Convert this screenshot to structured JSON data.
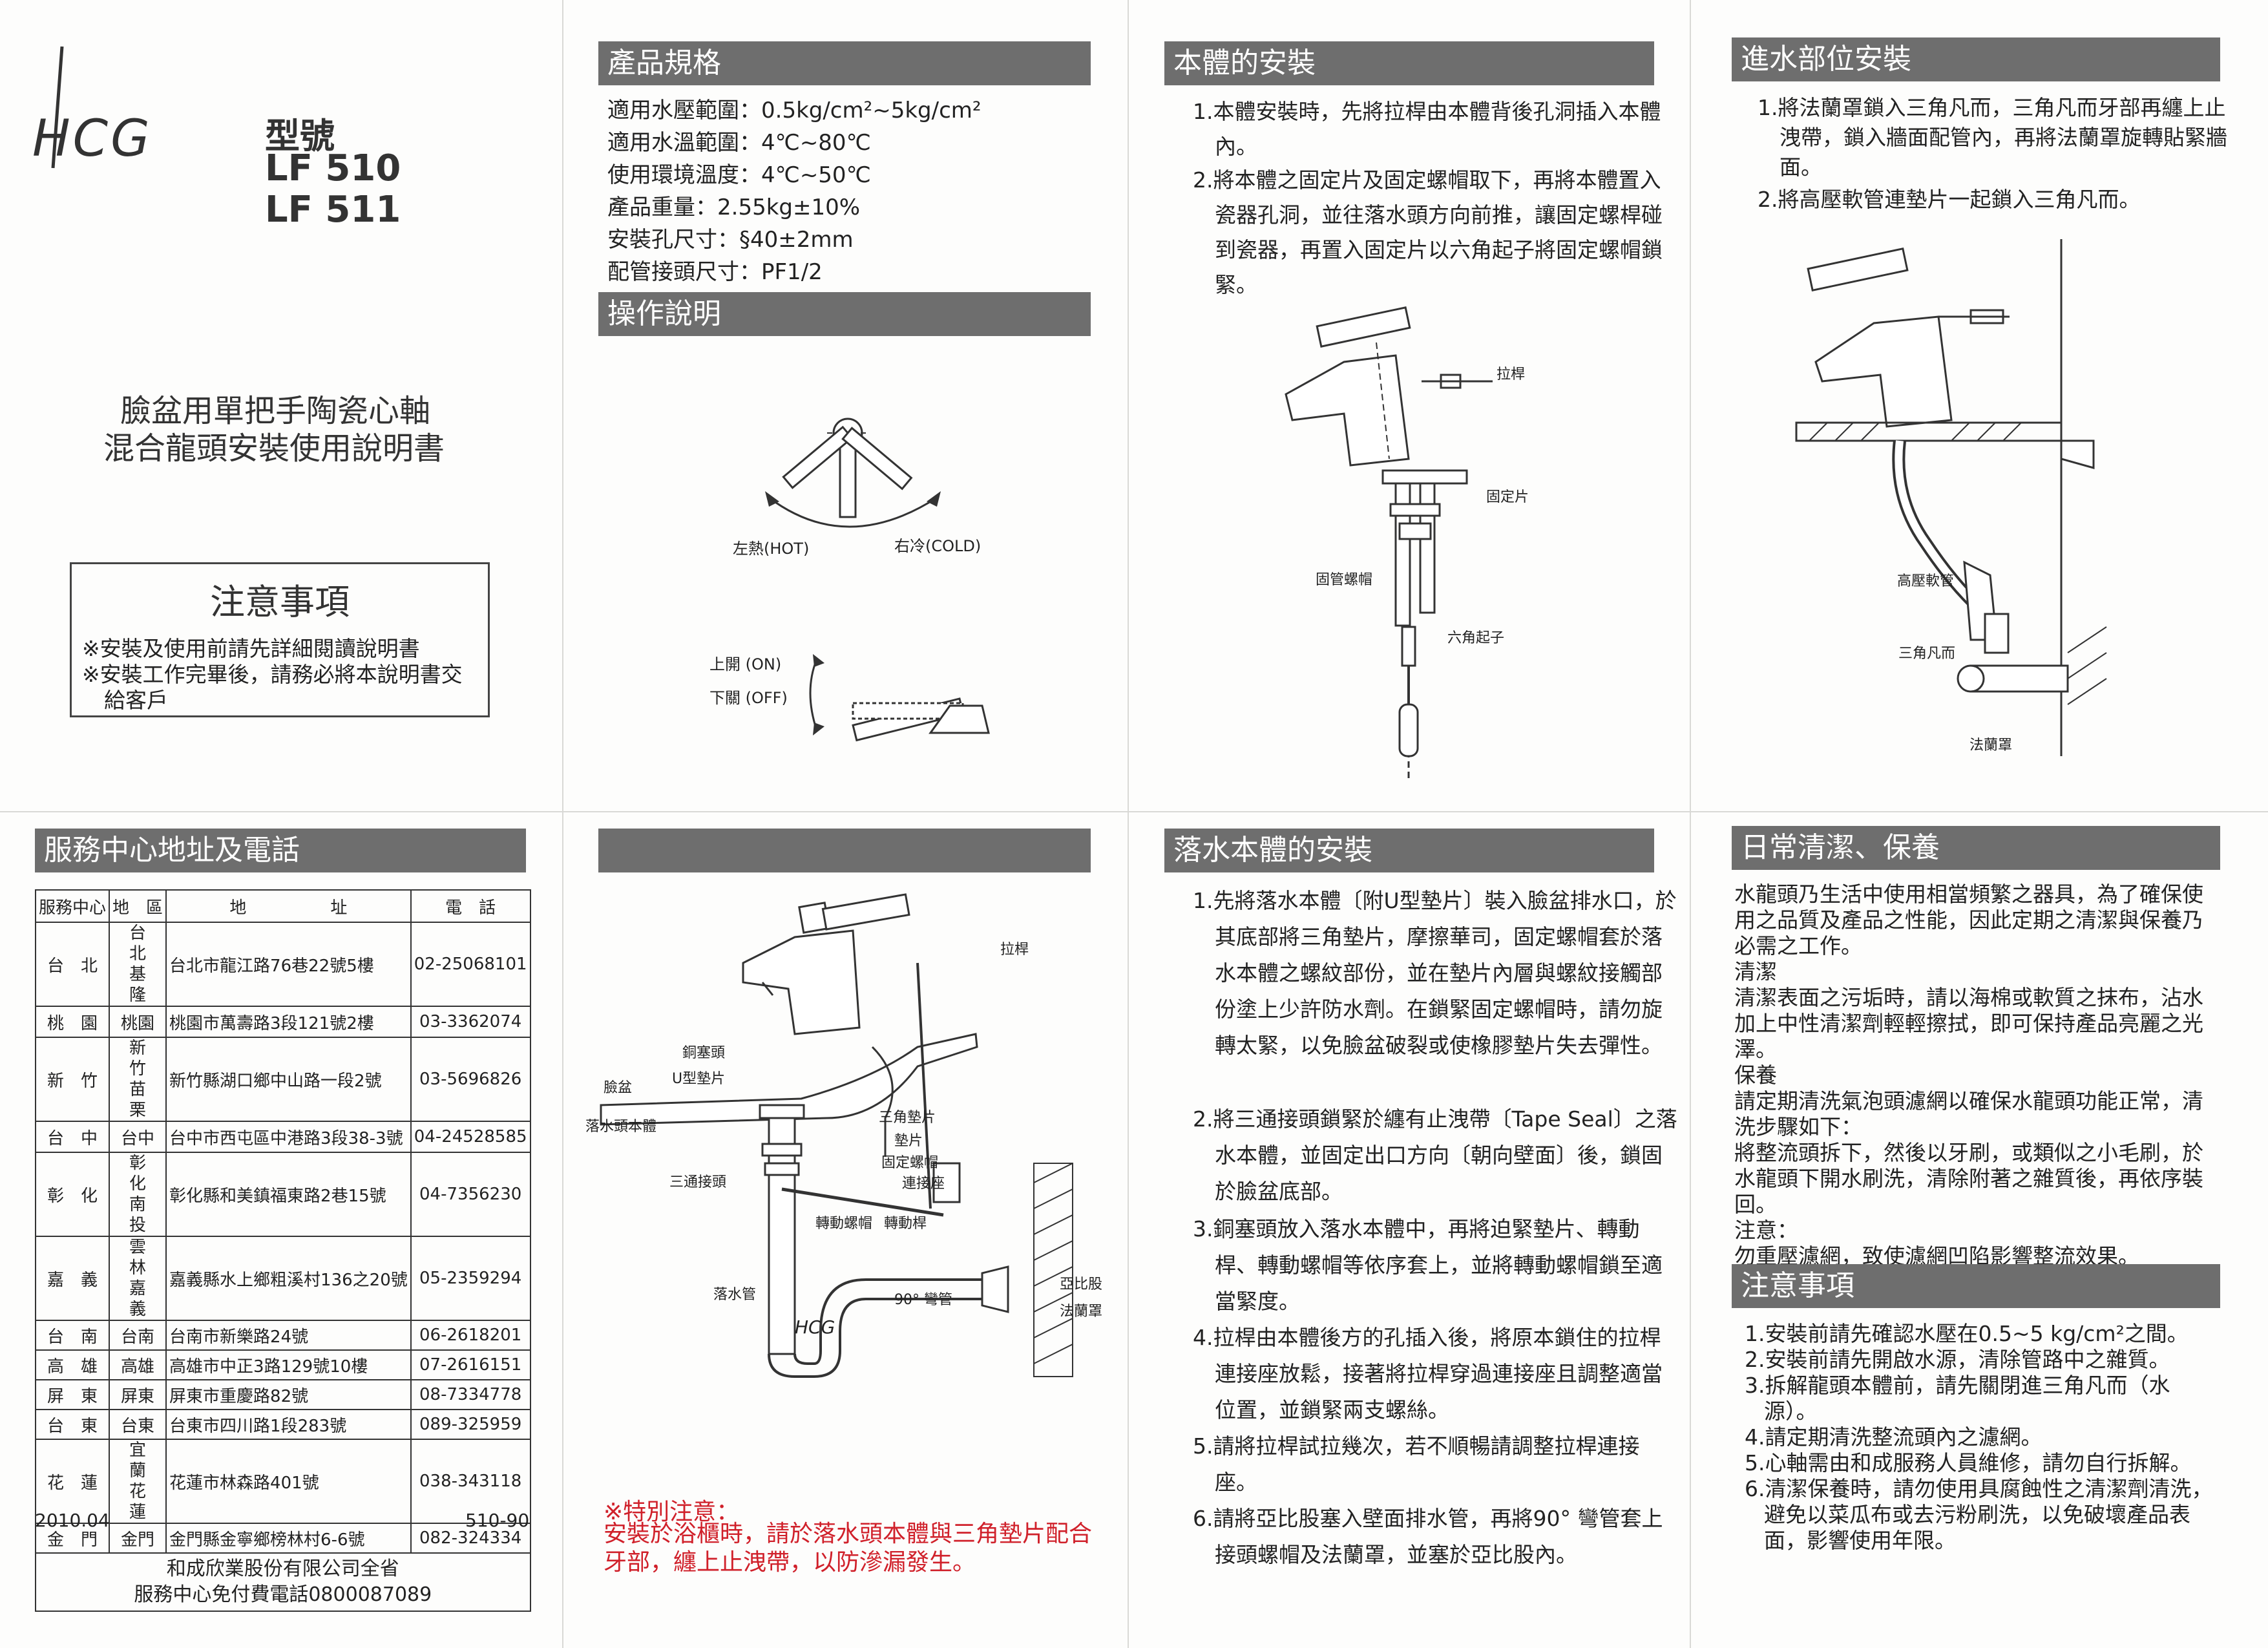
{
  "brand": "HCG",
  "models": {
    "label": "型號",
    "items": [
      "LF 510",
      "LF 511"
    ]
  },
  "doc_title": [
    "臉盆用單把手陶瓷心軸",
    "混合龍頭安裝使用說明書"
  ],
  "cover_notice": {
    "title": "注意事項",
    "lines": [
      "※安裝及使用前請先詳細閱讀說明書",
      "※安裝工作完畢後，請務必將本說明書交給客戶"
    ]
  },
  "service": {
    "title": "服務中心地址及電話",
    "headers": [
      "服務中心",
      "地　區",
      "地　　　　　址",
      "電　話"
    ],
    "rows": [
      {
        "center": "台　北",
        "area": "台北 基隆",
        "address": "台北市龍江路76巷22號5樓",
        "phone": "02-25068101"
      },
      {
        "center": "桃　園",
        "area": "桃園",
        "address": "桃園市萬壽路3段121號2樓",
        "phone": "03-3362074"
      },
      {
        "center": "新　竹",
        "area": "新竹 苗栗",
        "address": "新竹縣湖口鄉中山路一段2號",
        "phone": "03-5696826"
      },
      {
        "center": "台　中",
        "area": "台中",
        "address": "台中市西屯區中港路3段38-3號",
        "phone": "04-24528585"
      },
      {
        "center": "彰　化",
        "area": "彰化 南投",
        "address": "彰化縣和美鎮福東路2巷15號",
        "phone": "04-7356230"
      },
      {
        "center": "嘉　義",
        "area": "雲林 嘉義",
        "address": "嘉義縣水上鄉粗溪村136之20號",
        "phone": "05-2359294"
      },
      {
        "center": "台　南",
        "area": "台南",
        "address": "台南市新樂路24號",
        "phone": "06-2618201"
      },
      {
        "center": "高　雄",
        "area": "高雄",
        "address": "高雄市中正3路129號10樓",
        "phone": "07-2616151"
      },
      {
        "center": "屏　東",
        "area": "屏東",
        "address": "屏東市重慶路82號",
        "phone": "08-7334778"
      },
      {
        "center": "台　東",
        "area": "台東",
        "address": "台東市四川路1段283號",
        "phone": "089-325959"
      },
      {
        "center": "花　蓮",
        "area": "宜蘭 花蓮",
        "address": "花蓮市林森路401號",
        "phone": "038-343118"
      },
      {
        "center": "金　門",
        "area": "金門",
        "address": "金門縣金寧鄉榜林村6-6號",
        "phone": "082-324334"
      }
    ],
    "footer": [
      "和成欣業股份有限公司全省",
      "服務中心免付費電話0800087089"
    ],
    "date": "2010.04",
    "code": "510-90"
  },
  "spec": {
    "title": "產品規格",
    "lines": [
      "適用水壓範圍：0.5kg/cm²~5kg/cm²",
      "適用水溫範圍：4℃~80℃",
      "使用環境溫度：4℃~50℃",
      "產品重量：2.55kg±10%",
      "安裝孔尺寸：§40±2mm",
      "配管接頭尺寸：PF1/2"
    ]
  },
  "operation": {
    "title": "操作說明",
    "hot": "左熱(HOT)",
    "cold": "右冷(COLD)",
    "on": "上開 (ON)",
    "off": "下關 (OFF)"
  },
  "drain_diagram": {
    "labels": {
      "lever": "拉桿",
      "plug": "銅塞頭",
      "u_washer": "U型墊片",
      "basin": "臉盆",
      "drain_body": "落水頭本體",
      "tri_washer": "三角墊片",
      "washer": "墊片",
      "fix_nut": "固定螺帽",
      "connector": "連接座",
      "tee": "三通接頭",
      "rod1": "轉動螺帽",
      "rod2": "轉動桿",
      "drain_pipe": "落水管",
      "elbow": "90° 彎管",
      "asia": "亞比股",
      "flange": "法蘭罩",
      "logo": "HCG"
    },
    "note_title": "※特別注意：",
    "note": "安裝於浴櫃時，請於落水頭本體與三角墊片配合牙部，纏上止洩帶，以防滲漏發生。"
  },
  "body_install": {
    "title": "本體的安裝",
    "steps": [
      "1.本體安裝時，先將拉桿由本體背後孔洞插入本體內。",
      "2.將本體之固定片及固定螺帽取下，再將本體置入瓷器孔洞，並往落水頭方向前推，讓固定螺桿碰到瓷器，再置入固定片以六角起子將固定螺帽鎖緊。"
    ],
    "labels": {
      "lever": "拉桿",
      "plate": "固定片",
      "nut": "固管螺帽",
      "hex": "六角起子"
    }
  },
  "drain_install": {
    "title": "落水本體的安裝",
    "steps": [
      "1.先將落水本體〔附U型墊片〕裝入臉盆排水口，於其底部將三角墊片，摩擦華司，固定螺帽套於落水本體之螺紋部份，並在墊片內層與螺紋接觸部份塗上少許防水劑。在鎖緊固定螺帽時，請勿旋轉太緊，以免臉盆破裂或使橡膠墊片失去彈性。",
      "2.將三通接頭鎖緊於纏有止洩帶〔Tape Seal〕之落水本體，並固定出口方向〔朝向壁面〕後，鎖固於臉盆底部。",
      "3.銅塞頭放入落水本體中，再將迫緊墊片、轉動桿、轉動螺帽等依序套上，並將轉動螺帽鎖至適當緊度。",
      "4.拉桿由本體後方的孔插入後，將原本鎖住的拉桿連接座放鬆，接著將拉桿穿過連接座且調整適當位置，並鎖緊兩支螺絲。",
      "5.請將拉桿試拉幾次，若不順暢請調整拉桿連接座。",
      "6.請將亞比股塞入壁面排水管，再將90° 彎管套上接頭螺帽及法蘭罩，並塞於亞比股內。"
    ]
  },
  "inlet_install": {
    "title": "進水部位安裝",
    "steps": [
      "1.將法蘭罩鎖入三角凡而，三角凡而牙部再纏上止洩帶，鎖入牆面配管內，再將法蘭罩旋轉貼緊牆面。",
      "2.將高壓軟管連墊片一起鎖入三角凡而。"
    ],
    "labels": {
      "hose": "高壓軟管",
      "valve": "三角凡而",
      "flange": "法蘭罩"
    }
  },
  "care": {
    "title": "日常清潔、保養",
    "lines": [
      "水龍頭乃生活中使用相當頻繁之器具，為了確保使用之品質及產品之性能，因此定期之清潔與保養乃必需之工作。",
      "清潔",
      "清潔表面之污垢時，請以海棉或軟質之抹布，沾水加上中性清潔劑輕輕擦拭，即可保持產品亮麗之光澤。",
      "保養",
      "請定期清洗氣泡頭濾網以確保水龍頭功能正常，清洗步驟如下：",
      "將整流頭拆下，然後以牙刷，或類似之小毛刷，於水龍頭下開水刷洗，清除附著之雜質後，再依序裝回。",
      "注意：",
      "勿重壓濾網，致使濾網凹陷影響整流效果。"
    ]
  },
  "notice": {
    "title": "注意事項",
    "items": [
      "1.安裝前請先確認水壓在0.5~5 kg/cm²之間。",
      "2.安裝前請先開啟水源，清除管路中之雜質。",
      "3.拆解龍頭本體前，請先關閉進三角凡而（水源）。",
      "4.請定期清洗整流頭內之濾網。",
      "5.心軸需由和成服務人員維修，請勿自行拆解。",
      "6.清潔保養時，請勿使用具腐蝕性之清潔劑清洗，避免以菜瓜布或去污粉刷洗，以免破壞產品表面，影響使用年限。"
    ]
  }
}
